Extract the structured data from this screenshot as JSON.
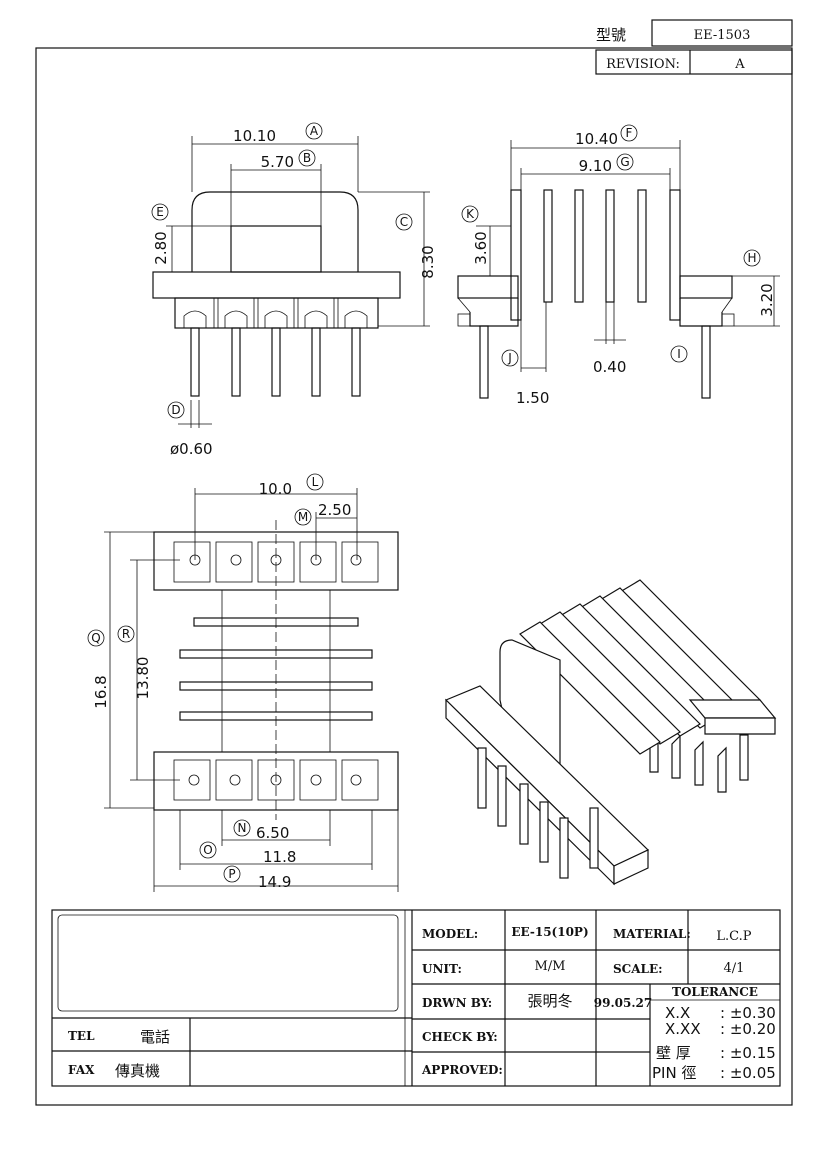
{
  "header": {
    "model_label": "型號",
    "model_value": "EE-1503",
    "revision_label": "REVISION:",
    "revision_value": "A"
  },
  "front_view": {
    "dim_a": "10.10",
    "label_a": "A",
    "dim_b": "5.70",
    "label_b": "B",
    "dim_c": "8.30",
    "label_c": "C",
    "dim_e": "2.80",
    "label_e": "E",
    "dim_d": "ø0.60",
    "label_d": "D"
  },
  "side_view": {
    "dim_f": "10.40",
    "label_f": "F",
    "dim_g": "9.10",
    "label_g": "G",
    "dim_h": "3.20",
    "label_h": "H",
    "dim_k": "3.60",
    "label_k": "K",
    "dim_i": "0.40",
    "label_i": "I",
    "dim_j": "1.50",
    "label_j": "J"
  },
  "top_view": {
    "dim_l": "10.0",
    "label_l": "L",
    "dim_m": "2.50",
    "label_m": "M",
    "dim_q": "16.8",
    "label_q": "Q",
    "dim_r": "13.80",
    "label_r": "R",
    "dim_n": "6.50",
    "label_n": "N",
    "dim_o": "11.8",
    "label_o": "O",
    "dim_p": "14.9",
    "label_p": "P"
  },
  "title_block": {
    "tel_label": "TEL",
    "tel_cn": "電話",
    "fax_label": "FAX",
    "fax_cn": "傳真機",
    "model_label": "MODEL:",
    "model_value": "EE-15(10P)",
    "material_label": "MATERIAL:",
    "material_value": "L.C.P",
    "unit_label": "UNIT:",
    "unit_value": "M/M",
    "scale_label": "SCALE:",
    "scale_value": "4/1",
    "drawn_label": "DRWN BY:",
    "drawn_value": "張明冬",
    "drawn_date": "99.05.27",
    "check_label": "CHECK BY:",
    "approved_label": "APPROVED:",
    "tolerance_label": "TOLERANCE",
    "tol": [
      {
        "label": "X.X",
        "value": ": ±0.30"
      },
      {
        "label": "X.XX",
        "value": ": ±0.20"
      },
      {
        "label": "壁 厚",
        "value": ": ±0.15"
      },
      {
        "label": "PIN 徑",
        "value": ": ±0.05"
      }
    ]
  }
}
